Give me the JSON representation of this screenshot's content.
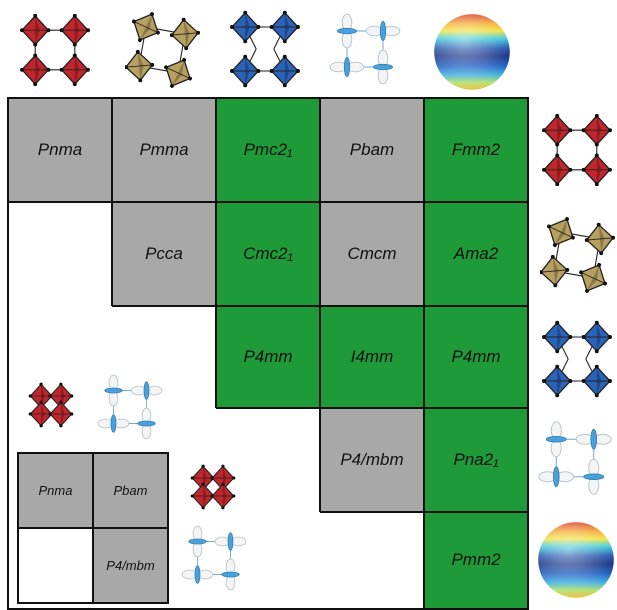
{
  "groups": {
    "r0c0": "Pnma",
    "r0c1": "Pmma",
    "r0c2": "Pmc2₁",
    "r0c3": "Pbam",
    "r0c4": "Fmm2",
    "r1c1": "Pcca",
    "r1c2": "Cmc2₁",
    "r1c3": "Cmcm",
    "r1c4": "Ama2",
    "r2c2": "P4mm",
    "r2c3": "I4mm",
    "r2c4": "P4mm",
    "r3c3": "P4/mbm",
    "r3c4": "Pna2₁",
    "r4c4": "Pmm2"
  },
  "legend": {
    "a": "Pnma",
    "b": "Pbam",
    "c": "P4/mbm"
  },
  "colors": {
    "green": "#1e9a38",
    "gray": "#a8a8a8",
    "red_octahedron": "#c0262b",
    "tan_octahedron": "#b7a060",
    "blue_octahedron": "#2a63b8",
    "orbital": "#4aa0d8"
  },
  "icons": [
    "red-octahedra-icon",
    "tan-octahedra-icon",
    "blue-octahedra-icon",
    "orbital-order-icon",
    "spherical-harmonic-icon"
  ]
}
